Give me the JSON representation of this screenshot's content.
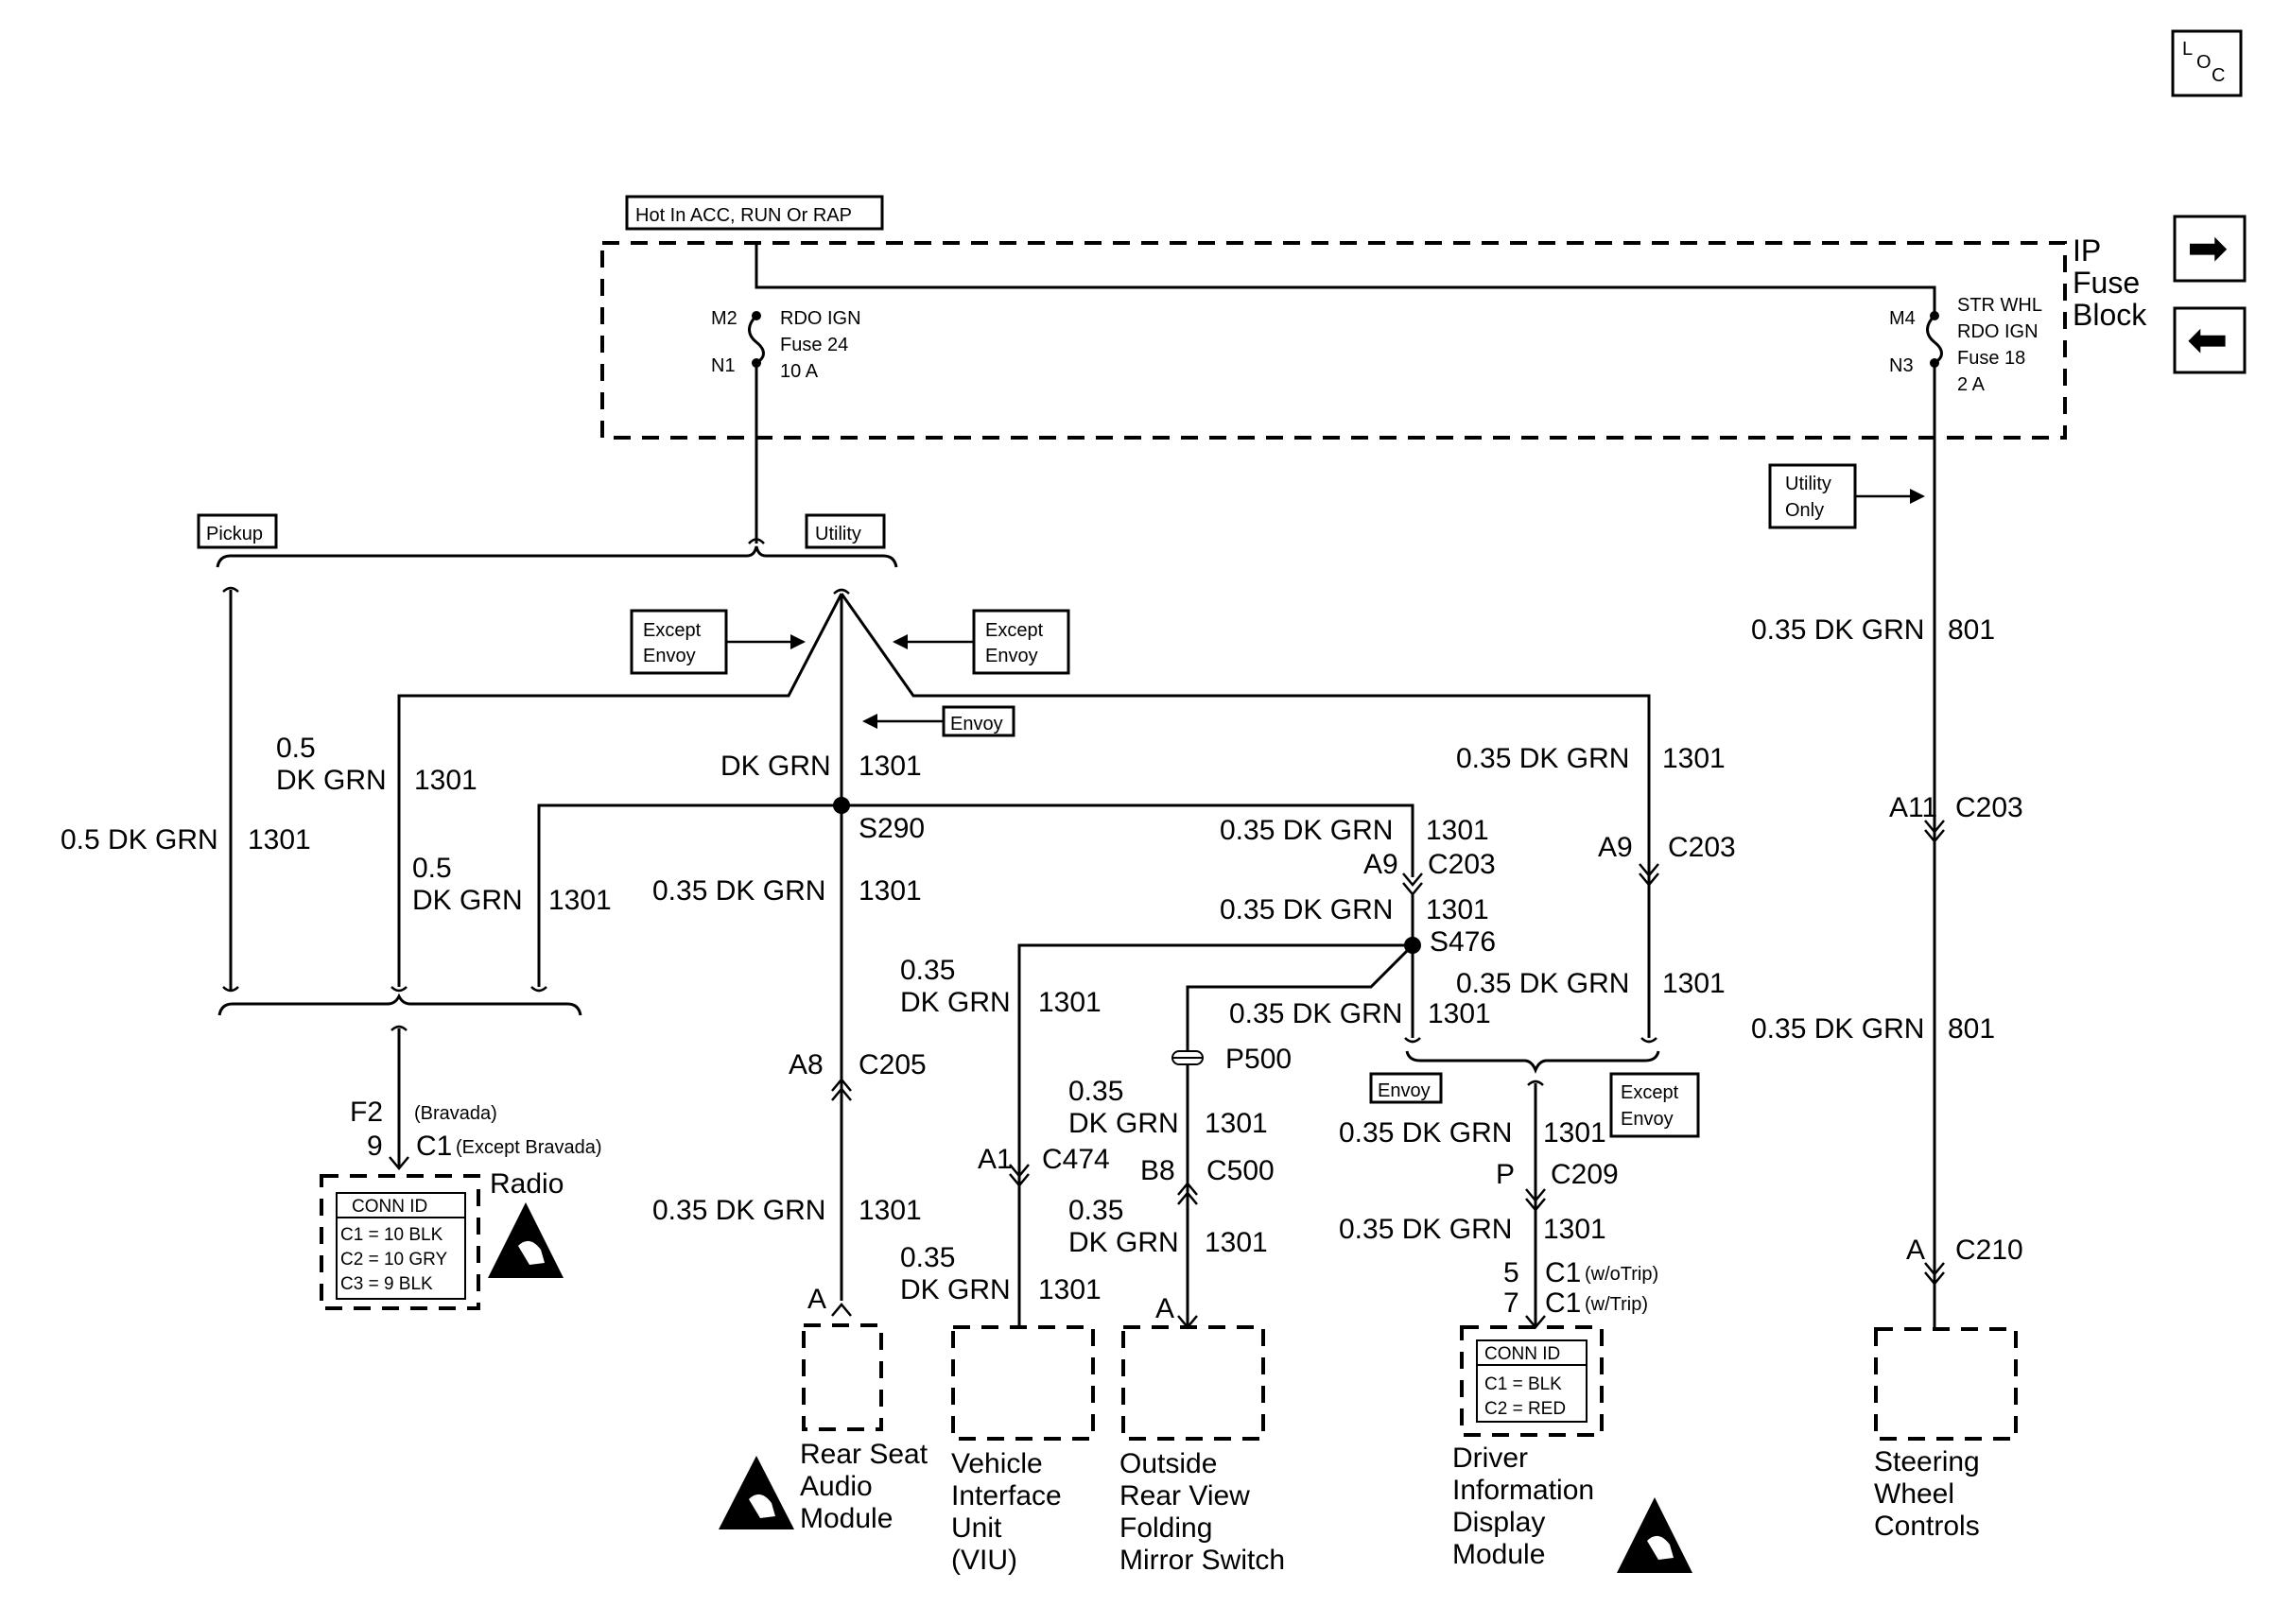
{
  "tags": {
    "hot": "Hot In ACC, RUN Or RAP",
    "pickup": "Pickup",
    "utility": "Utility",
    "except_envoy": [
      "Except",
      "Envoy"
    ],
    "envoy": "Envoy",
    "utility_only": [
      "Utility",
      "Only"
    ]
  },
  "fuse_block": {
    "label": [
      "IP",
      "Fuse",
      "Block"
    ],
    "fuse24": {
      "top_pin": "M2",
      "bottom_pin": "N1",
      "text": [
        "RDO IGN",
        "Fuse 24",
        "10 A"
      ]
    },
    "fuse18": {
      "top_pin": "M4",
      "bottom_pin": "N3",
      "text": [
        "STR WHL",
        "RDO IGN",
        "Fuse 18",
        "2 A"
      ]
    }
  },
  "wires": {
    "dkgrn_05_1301": "0.5 DK GRN",
    "gauge_05": "0.5",
    "dk_grn": "DK GRN",
    "dkgrn_035": "0.35 DK GRN",
    "gauge_035": "0.35",
    "circuit_1301": "1301",
    "circuit_801": "801"
  },
  "splices": {
    "s290": "S290",
    "s476": "S476"
  },
  "connectors": {
    "a9": "A9",
    "c203": "C203",
    "a11": "A11",
    "a8": "A8",
    "c205": "C205",
    "a1": "A1",
    "c474": "C474",
    "b8": "B8",
    "c500": "C500",
    "p500": "P500",
    "p": "P",
    "c209": "C209",
    "a": "A",
    "c210": "C210",
    "f2": "F2",
    "bravada": "(Bravada)",
    "pin9": "9",
    "c1": "C1",
    "except_bravada": "(Except Bravada)",
    "pin5": "5",
    "pin7": "7",
    "wo_trip": "(w/oTrip)",
    "w_trip": "(w/Trip)"
  },
  "radio": {
    "name": "Radio",
    "conn_id_title": "CONN ID",
    "conn_id": [
      "C1 = 10 BLK",
      "C2 = 10 GRY",
      "C3 = 9 BLK"
    ]
  },
  "modules": {
    "rear_seat": [
      "Rear Seat",
      "Audio",
      "Module"
    ],
    "viu": [
      "Vehicle",
      "Interface",
      "Unit",
      "(VIU)"
    ],
    "mirror": [
      "Outside",
      "Rear View",
      "Folding",
      "Mirror Switch"
    ],
    "dim": [
      "Driver",
      "Information",
      "Display",
      "Module"
    ],
    "steering": [
      "Steering",
      "Wheel",
      "Controls"
    ]
  },
  "dim_conn": {
    "title": "CONN ID",
    "items": [
      "C1 = BLK",
      "C2 = RED"
    ]
  },
  "nav": {
    "loc": [
      "L",
      "O",
      "C"
    ],
    "next_arrow": "➡",
    "prev_arrow": "⬅"
  }
}
